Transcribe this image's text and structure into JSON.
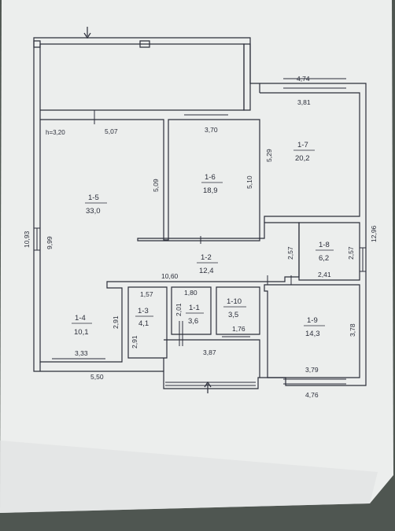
{
  "colors": {
    "background": "#4f5651",
    "paper": "#eceeed",
    "ink": "#2b2e3a"
  },
  "height_note": "h=3,20",
  "rooms": [
    {
      "id": "1-5",
      "area": "33,0"
    },
    {
      "id": "1-6",
      "area": "18,9"
    },
    {
      "id": "1-7",
      "area": "20,2"
    },
    {
      "id": "1-8",
      "area": "6,2"
    },
    {
      "id": "1-2",
      "area": "12,4"
    },
    {
      "id": "1-4",
      "area": "10,1"
    },
    {
      "id": "1-3",
      "area": "4,1"
    },
    {
      "id": "1-1",
      "area": "3,6"
    },
    {
      "id": "1-10",
      "area": "3,5"
    },
    {
      "id": "1-9",
      "area": "14,3"
    }
  ],
  "dimensions": {
    "d_474": "4,74",
    "d_381": "3,81",
    "d_507": "5,07",
    "d_370": "3,70",
    "d_529": "5,29",
    "d_509": "5,09",
    "d_510": "5,10",
    "d_1093": "10,93",
    "d_999": "9,99",
    "d_1296": "12,96",
    "d_257a": "2,57",
    "d_257b": "2,57",
    "d_241": "2,41",
    "d_1060": "10,60",
    "d_157": "1,57",
    "d_180": "1,80",
    "d_201": "2,01",
    "d_291a": "2,91",
    "d_291b": "2,91",
    "d_176": "1,76",
    "d_378": "3,78",
    "d_333": "3,33",
    "d_387": "3,87",
    "d_379": "3,79",
    "d_550": "5,50",
    "d_476": "4,76"
  }
}
